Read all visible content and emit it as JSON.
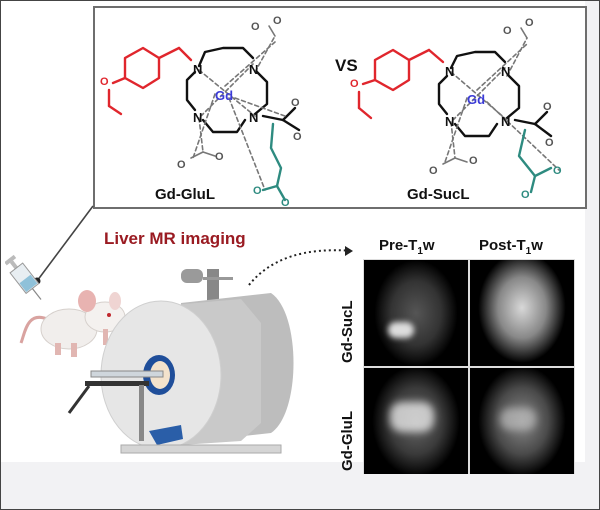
{
  "figure": {
    "type": "graphical-abstract",
    "compare_label": "VS",
    "molecules": [
      {
        "name": "Gd-GluL",
        "metal": "Gd",
        "atoms": [
          "N",
          "N",
          "N",
          "N",
          "O"
        ],
        "highlight_colors": {
          "aryl_ether": "#e0262d",
          "side_chain": "#2e8b80",
          "metal": "#3b3bd6"
        }
      },
      {
        "name": "Gd-SucL",
        "metal": "Gd",
        "atoms": [
          "N",
          "N",
          "N",
          "N",
          "O"
        ],
        "highlight_colors": {
          "aryl_ether": "#e0262d",
          "side_chain": "#2e8b80",
          "metal": "#3b3bd6"
        }
      }
    ],
    "section_title": "Liver MR imaging",
    "mri_panel": {
      "columns": [
        {
          "prefix": "Pre-T",
          "sub": "1",
          "suffix": "w"
        },
        {
          "prefix": "Post-T",
          "sub": "1",
          "suffix": "w"
        }
      ],
      "rows": [
        "Gd-SucL",
        "Gd-GluL"
      ]
    },
    "illustrations": [
      "syringe",
      "mouse",
      "mri-scanner"
    ],
    "colors": {
      "title": "#9a1b22",
      "frame": "#6e6e6e",
      "scanner_ring": "#1f4e9a"
    }
  }
}
